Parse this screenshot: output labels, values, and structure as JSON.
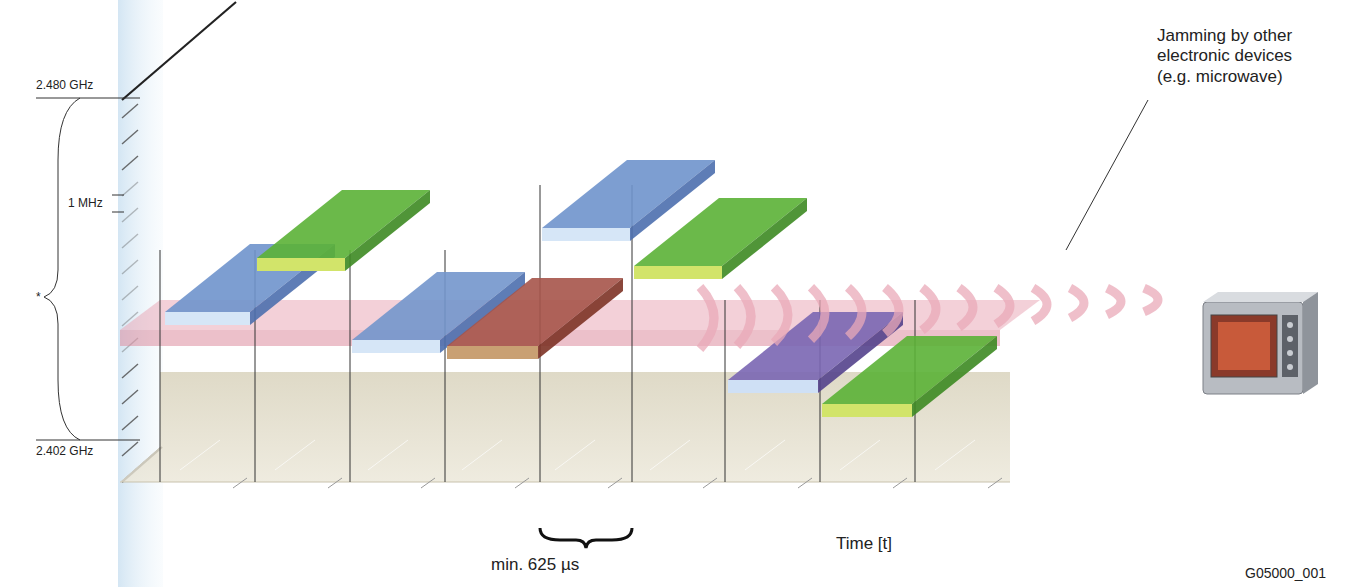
{
  "diagram": {
    "labels": [
      "2.480 GHz",
      "1 MHz",
      "*",
      "2.402 GHz",
      "Jamming by other electronic devices (e.g. microwave)",
      "min. 625 µs",
      "Time [t]",
      "G05000_001"
    ]
  }
}
